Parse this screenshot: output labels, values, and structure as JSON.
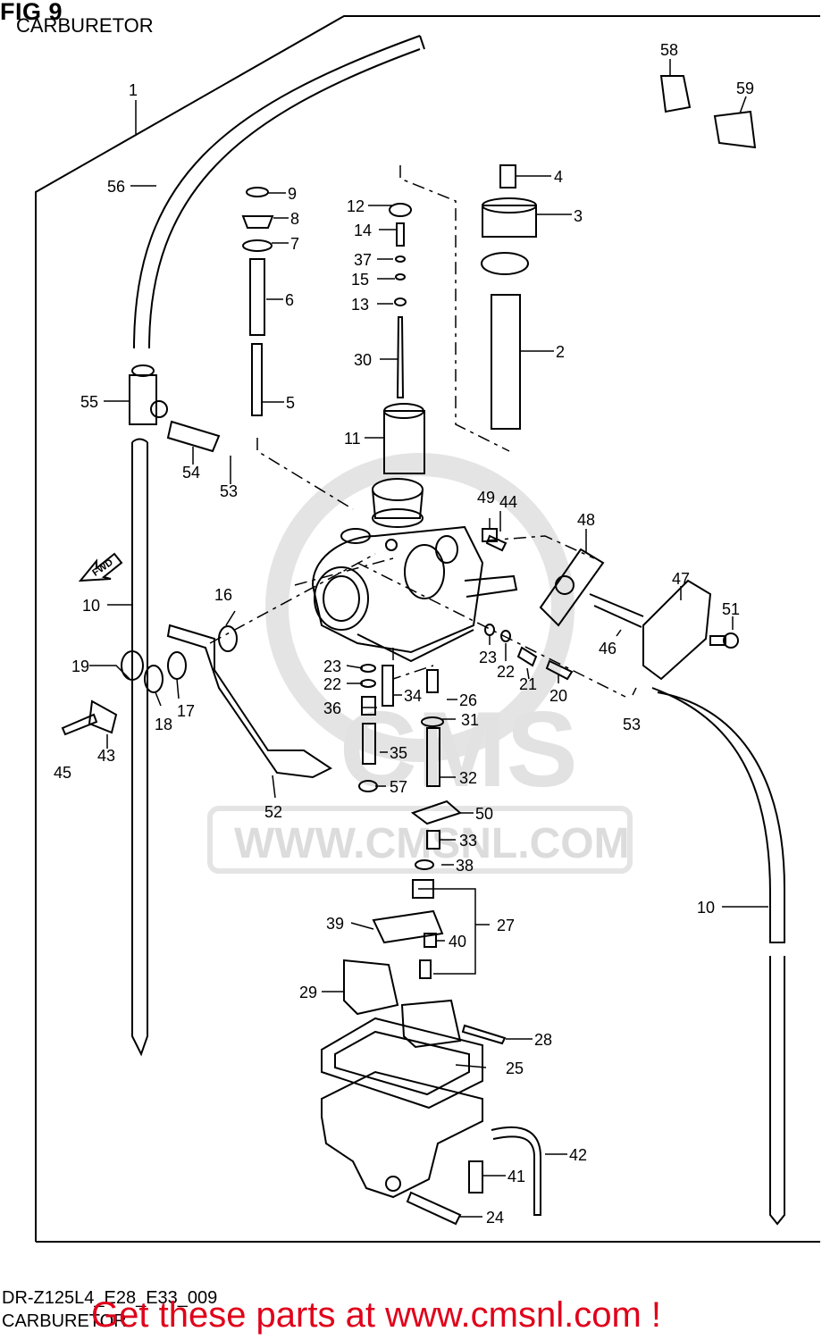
{
  "header": {
    "fig_label": "FIG 9",
    "title": "CARBURETOR"
  },
  "footer": {
    "model_code": "DR-Z125L4_E28_E33_009",
    "title": "CARBURETOR",
    "promo": "Get these parts at www.cmsnl.com !"
  },
  "watermark": {
    "brand": "CMS",
    "url": "WWW.CMSNL.COM"
  },
  "fwd_label": "FWD",
  "callouts": [
    "1",
    "2",
    "3",
    "4",
    "5",
    "6",
    "7",
    "8",
    "9",
    "10",
    "10",
    "11",
    "12",
    "13",
    "14",
    "15",
    "16",
    "17",
    "18",
    "19",
    "20",
    "21",
    "22",
    "22",
    "23",
    "23",
    "24",
    "25",
    "26",
    "27",
    "28",
    "29",
    "30",
    "31",
    "32",
    "33",
    "34",
    "35",
    "36",
    "37",
    "38",
    "39",
    "40",
    "41",
    "42",
    "43",
    "44",
    "45",
    "46",
    "47",
    "48",
    "49",
    "50",
    "51",
    "52",
    "53",
    "53",
    "54",
    "55",
    "56",
    "57",
    "58",
    "59"
  ]
}
